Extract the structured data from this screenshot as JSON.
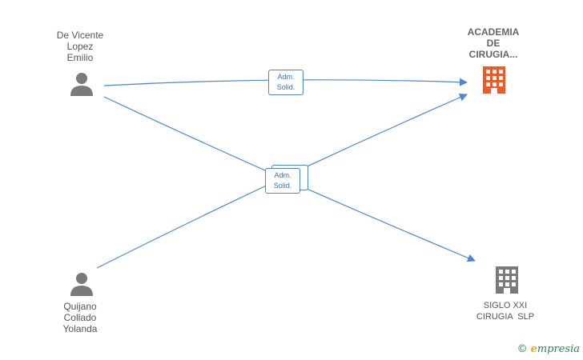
{
  "nodes": {
    "person1": {
      "lines": [
        "De Vicente",
        "Lopez",
        "Emilio"
      ]
    },
    "person2": {
      "lines": [
        "Quijano",
        "Collado",
        "Yolanda"
      ]
    },
    "company1": {
      "lines": [
        "ACADEMIA",
        "DE",
        "CIRUGIA..."
      ],
      "color": "#f05a28"
    },
    "company2": {
      "lines": [
        "SIGLO XXI",
        "CIRUGIA  SLP"
      ],
      "color": "#7a7a7a"
    }
  },
  "edges": {
    "top": {
      "line1": "Adm.",
      "line2": "Solid."
    },
    "cross": {
      "line1": "Adm.",
      "line2": "Solid."
    }
  },
  "colors": {
    "edge": "#4a86d4",
    "person": "#7a7a7a"
  },
  "brand": {
    "copyright": "©",
    "e": "e",
    "rest": "mpresia"
  }
}
